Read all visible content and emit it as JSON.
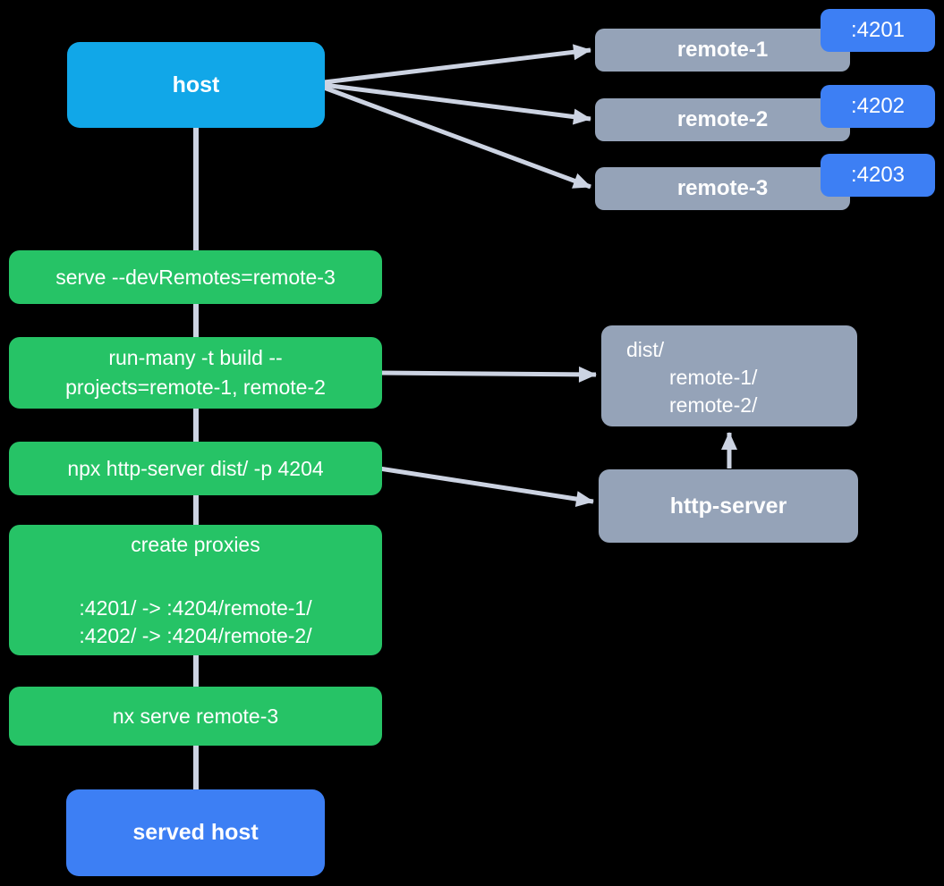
{
  "colors": {
    "background": "#000000",
    "host_box": "#11a7e8",
    "remote_box": "#95a3b8",
    "port_badge": "#3d7ff4",
    "command_box": "#26c366",
    "served_host_box": "#3d7ff4",
    "connector": "#ccd3e2",
    "text": "#ffffff"
  },
  "diagram": {
    "host": {
      "label": "host"
    },
    "remotes": [
      {
        "name": "remote-1",
        "port": ":4201"
      },
      {
        "name": "remote-2",
        "port": ":4202"
      },
      {
        "name": "remote-3",
        "port": ":4203"
      }
    ],
    "commands": [
      {
        "lines": [
          "serve --devRemotes=remote-3"
        ]
      },
      {
        "lines": [
          "run-many -t build --",
          "projects=remote-1, remote-2"
        ]
      },
      {
        "lines": [
          "npx http-server dist/ -p 4204"
        ]
      },
      {
        "lines": [
          "create proxies",
          "",
          ":4201/ -> :4204/remote-1/",
          ":4202/ -> :4204/remote-2/"
        ]
      },
      {
        "lines": [
          "nx serve remote-3"
        ]
      }
    ],
    "dist_folder": {
      "lines": [
        "dist/",
        "remote-1/",
        "remote-2/"
      ]
    },
    "http_server": {
      "label": "http-server"
    },
    "served_host": {
      "label": "served host"
    }
  }
}
